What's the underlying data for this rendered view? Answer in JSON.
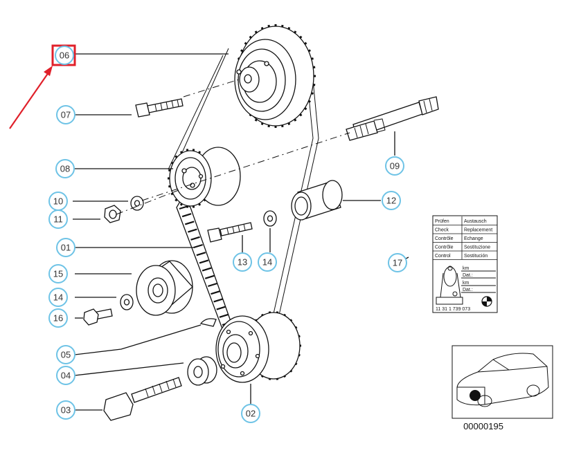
{
  "diagram": {
    "labels": [
      {
        "id": "06",
        "text": "06",
        "highlighted": true
      },
      {
        "id": "07",
        "text": "07"
      },
      {
        "id": "08",
        "text": "08"
      },
      {
        "id": "09",
        "text": "09"
      },
      {
        "id": "10",
        "text": "10"
      },
      {
        "id": "11",
        "text": "11"
      },
      {
        "id": "12",
        "text": "12"
      },
      {
        "id": "01",
        "text": "01"
      },
      {
        "id": "13",
        "text": "13"
      },
      {
        "id": "14a",
        "text": "14"
      },
      {
        "id": "17",
        "text": "17"
      },
      {
        "id": "15",
        "text": "15"
      },
      {
        "id": "14b",
        "text": "14"
      },
      {
        "id": "16",
        "text": "16"
      },
      {
        "id": "05",
        "text": "05"
      },
      {
        "id": "04",
        "text": "04"
      },
      {
        "id": "03",
        "text": "03"
      },
      {
        "id": "02",
        "text": "02"
      }
    ],
    "highlight_color": "#e0202a",
    "label_ring_color": "#6ec3e6",
    "label_card": {
      "rows": [
        [
          "Prüfen",
          "Austausch"
        ],
        [
          "Check",
          "Replacement"
        ],
        [
          "Contrôle",
          "Echange"
        ],
        [
          "Contrôle",
          "Sostituzione"
        ],
        [
          "Control",
          "Sostitución"
        ]
      ],
      "side_labels": [
        "km",
        "Dat.:",
        "km",
        "Dat.:"
      ],
      "part_number": "11 31 1 739 073"
    },
    "inset_code": "00000195"
  }
}
